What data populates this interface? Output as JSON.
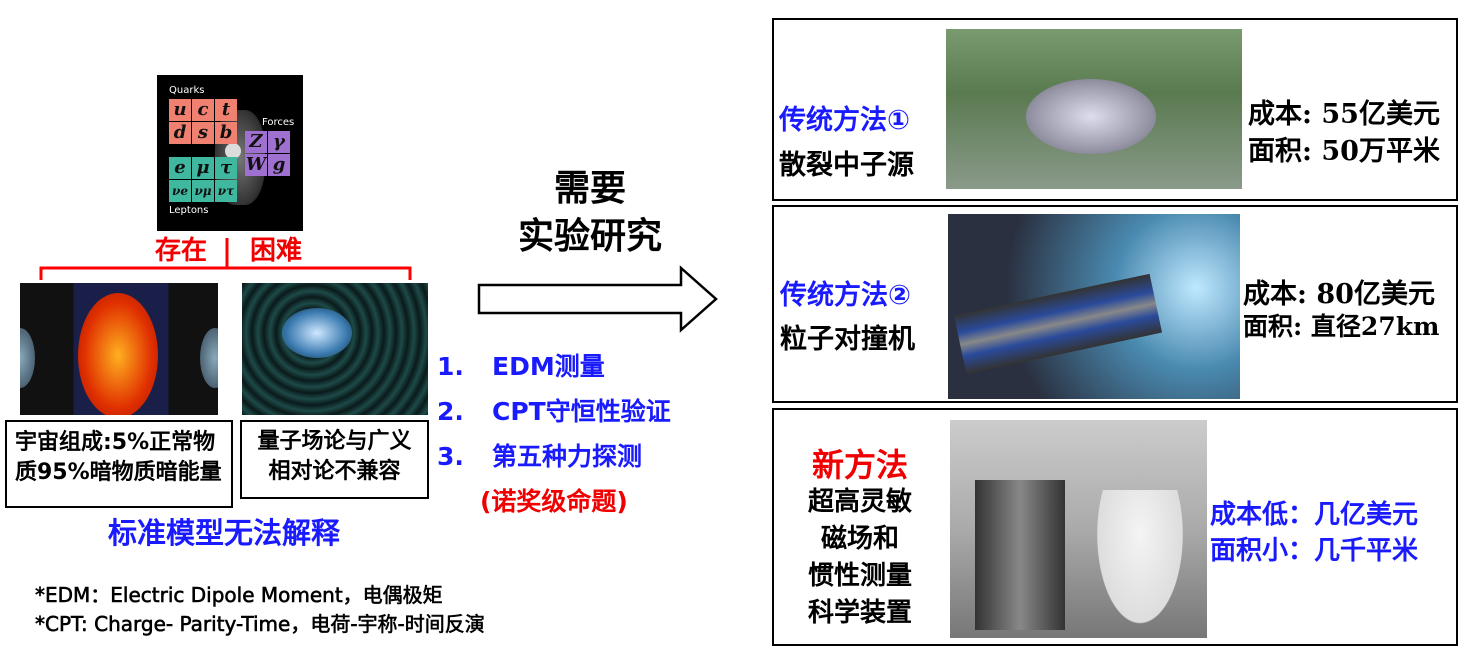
{
  "standard_model_image": {
    "quarks_label": "Quarks",
    "forces_label": "Forces",
    "leptons_label": "Leptons",
    "quarks": [
      "u",
      "c",
      "t",
      "d",
      "s",
      "b"
    ],
    "forces": [
      "Z",
      "γ",
      "W",
      "g"
    ],
    "leptons": [
      "e",
      "μ",
      "τ",
      "νe",
      "νμ",
      "ντ"
    ]
  },
  "bracket": {
    "left": "存在",
    "right": "困难"
  },
  "box_dark_matter": {
    "line1": "宇宙组成:5%正常物",
    "line2": "质95%暗物质暗能量"
  },
  "box_gravity": {
    "line1": "量子场论与广义",
    "line2": "相对论不兼容"
  },
  "conclusion": "标准模型无法解释",
  "footnotes": [
    "*EDM：Electric Dipole Moment，电偶极矩",
    "*CPT: Charge- Parity-Time，电荷-宇称-时间反演"
  ],
  "arrow_label": {
    "line1": "需要",
    "line2": "实验研究"
  },
  "research_list": [
    {
      "num": "1.",
      "text": "EDM测量"
    },
    {
      "num": "2.",
      "text": "CPT守恒性验证"
    },
    {
      "num": "3.",
      "text": "第五种力探测"
    }
  ],
  "nobel_note": "(诺奖级命题)",
  "methods": [
    {
      "title": "传统方法①",
      "name": "散裂中子源",
      "cost": "成本: 55亿美元",
      "area": "面积: 50万平米"
    },
    {
      "title": "传统方法②",
      "name": "粒子对撞机",
      "cost": "成本: 80亿美元",
      "area": "面积: 直径27km"
    },
    {
      "title": "新方法",
      "name_lines": [
        "超高灵敏",
        "磁场和",
        "惯性测量",
        "科学装置"
      ],
      "cost": "成本低：几亿美元",
      "area": "面积小：几千平米"
    }
  ],
  "colors": {
    "blue": "#1a1aff",
    "red": "#f00000"
  }
}
